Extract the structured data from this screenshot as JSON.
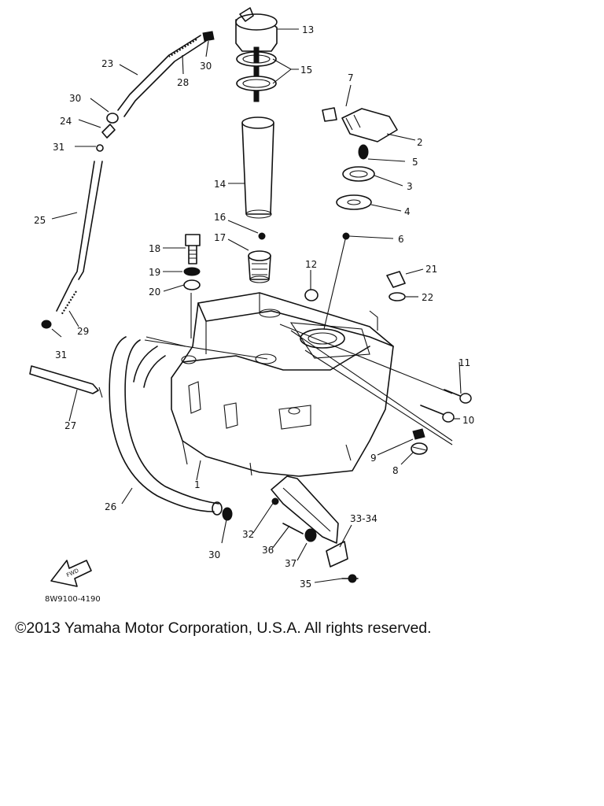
{
  "diagram": {
    "drawing_code": "8W9100-4190",
    "fwd_marker": "FWD",
    "callouts": [
      {
        "id": "c13",
        "text": "13"
      },
      {
        "id": "c15",
        "text": "15"
      },
      {
        "id": "c28",
        "text": "28"
      },
      {
        "id": "c30a",
        "text": "30"
      },
      {
        "id": "c23",
        "text": "23"
      },
      {
        "id": "c30b",
        "text": "30"
      },
      {
        "id": "c24",
        "text": "24"
      },
      {
        "id": "c31a",
        "text": "31"
      },
      {
        "id": "c25",
        "text": "25"
      },
      {
        "id": "c7",
        "text": "7"
      },
      {
        "id": "c2",
        "text": "2"
      },
      {
        "id": "c5",
        "text": "5"
      },
      {
        "id": "c3",
        "text": "3"
      },
      {
        "id": "c4",
        "text": "4"
      },
      {
        "id": "c6",
        "text": "6"
      },
      {
        "id": "c14",
        "text": "14"
      },
      {
        "id": "c16",
        "text": "16"
      },
      {
        "id": "c17",
        "text": "17"
      },
      {
        "id": "c18",
        "text": "18"
      },
      {
        "id": "c19",
        "text": "19"
      },
      {
        "id": "c20",
        "text": "20"
      },
      {
        "id": "c12",
        "text": "12"
      },
      {
        "id": "c21",
        "text": "21"
      },
      {
        "id": "c22",
        "text": "22"
      },
      {
        "id": "c29",
        "text": "29"
      },
      {
        "id": "c31b",
        "text": "31"
      },
      {
        "id": "c27",
        "text": "27"
      },
      {
        "id": "c11",
        "text": "11"
      },
      {
        "id": "c10",
        "text": "10"
      },
      {
        "id": "c9",
        "text": "9"
      },
      {
        "id": "c8",
        "text": "8"
      },
      {
        "id": "c1",
        "text": "1"
      },
      {
        "id": "c26",
        "text": "26"
      },
      {
        "id": "c30c",
        "text": "30"
      },
      {
        "id": "c32",
        "text": "32"
      },
      {
        "id": "c3334",
        "text": "33-34"
      },
      {
        "id": "c36",
        "text": "36"
      },
      {
        "id": "c37",
        "text": "37"
      },
      {
        "id": "c35",
        "text": "35"
      }
    ]
  },
  "footer": {
    "copyright": "©2013 Yamaha Motor Corporation, U.S.A. All rights reserved."
  }
}
